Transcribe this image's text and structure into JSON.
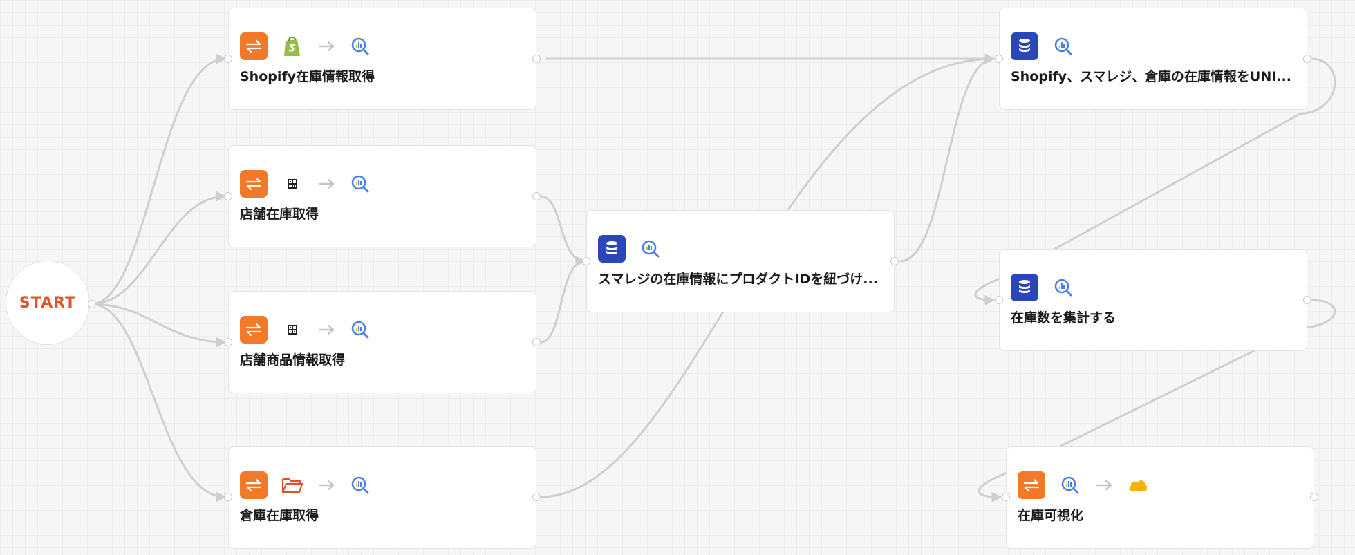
{
  "start": {
    "label": "START"
  },
  "nodes": [
    {
      "title": "Shopify在庫情報取得",
      "icons": [
        "transfer-icon",
        "shopify-icon",
        "arrow-right-icon",
        "analytics-search-icon"
      ]
    },
    {
      "title": "店舗在庫取得",
      "icons": [
        "transfer-icon",
        "smaregi-icon",
        "arrow-right-icon",
        "analytics-search-icon"
      ]
    },
    {
      "title": "店舗商品情報取得",
      "icons": [
        "transfer-icon",
        "smaregi-icon",
        "arrow-right-icon",
        "analytics-search-icon"
      ]
    },
    {
      "title": "倉庫在庫取得",
      "icons": [
        "transfer-icon",
        "folder-icon",
        "arrow-right-icon",
        "analytics-search-icon"
      ]
    },
    {
      "title": "スマレジの在庫情報にプロダクトIDを紐づけ...",
      "icons": [
        "database-icon",
        "analytics-search-icon"
      ]
    },
    {
      "title": "Shopify、スマレジ、倉庫の在庫情報をUNI...",
      "icons": [
        "database-icon",
        "analytics-search-icon"
      ]
    },
    {
      "title": "在庫数を集計する",
      "icons": [
        "database-icon",
        "analytics-search-icon"
      ]
    },
    {
      "title": "在庫可視化",
      "icons": [
        "transfer-icon",
        "analytics-search-icon",
        "arrow-right-icon",
        "cloud-icon"
      ]
    }
  ],
  "colors": {
    "start_text": "#e0542c",
    "transfer_bg": "#f07a2a",
    "database_bg": "#2a46b8",
    "analytics_blue": "#4a7fe8",
    "shopify_green": "#95bf47",
    "folder_red": "#e05030",
    "cloud_yellow": "#f5b400",
    "edge": "#cfcfcf"
  }
}
